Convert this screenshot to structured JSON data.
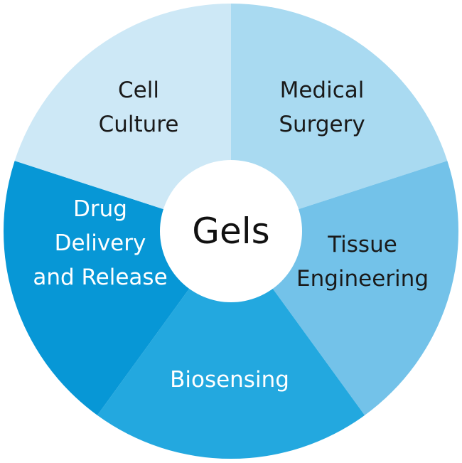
{
  "center": {
    "label": "Gels"
  },
  "segments": [
    {
      "lines": [
        "Medical",
        "Surgery"
      ],
      "color": "#a9daf1",
      "text_color": "#1a1a1a"
    },
    {
      "lines": [
        "Tissue",
        "Engineering"
      ],
      "color": "#73c2e9",
      "text_color": "#1a1a1a"
    },
    {
      "lines": [
        "Biosensing"
      ],
      "color": "#23a8df",
      "text_color": "#ffffff"
    },
    {
      "lines": [
        "Drug",
        "Delivery",
        "and Release"
      ],
      "color": "#0797d6",
      "text_color": "#ffffff"
    },
    {
      "lines": [
        "Cell",
        "Culture"
      ],
      "color": "#cde8f6",
      "text_color": "#1a1a1a"
    }
  ]
}
